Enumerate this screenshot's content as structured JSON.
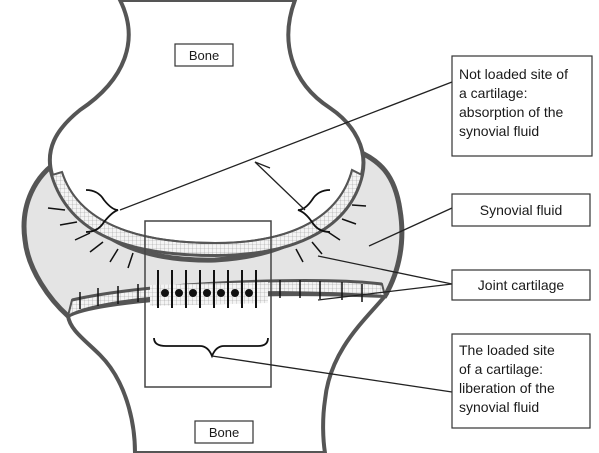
{
  "labels": {
    "bone_top": "Bone",
    "bone_bottom": "Bone",
    "not_loaded": [
      "Not loaded site of",
      "a cartilage:",
      "absorption of the",
      "synovial fluid"
    ],
    "synovial_fluid": "Synovial fluid",
    "joint_cartilage": "Joint cartilage",
    "loaded": [
      "The loaded site",
      "of a cartilage:",
      "liberation of the",
      "synovial fluid"
    ]
  },
  "colors": {
    "outline": "#555555",
    "synovial_fill": "#e6e6e6",
    "cartilage_fill": "#f2f2f2",
    "arrow": "#111111"
  }
}
